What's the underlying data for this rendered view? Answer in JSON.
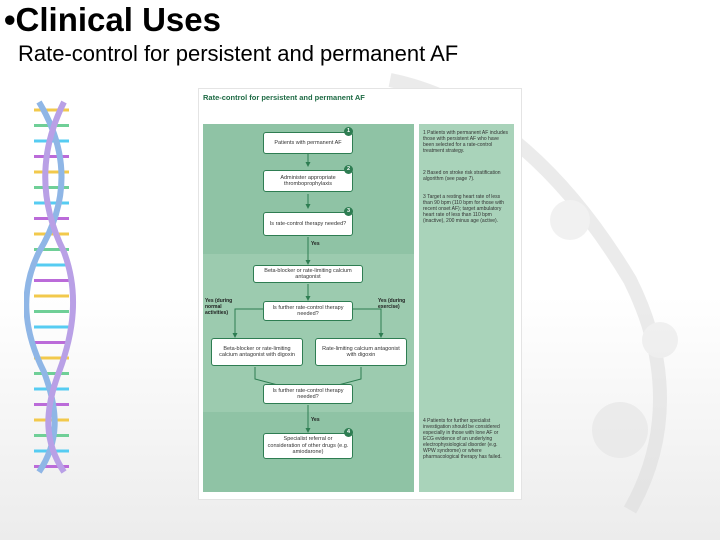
{
  "slide": {
    "title": "•Clinical Uses",
    "subtitle": "Rate-control for persistent and permanent AF"
  },
  "figure": {
    "title": "Rate-control for persistent and permanent AF",
    "nodes": {
      "patients": "Patients with permanent AF",
      "thromboprophylaxis": "Administer appropriate thromboprophylaxis",
      "rate_control_needed": "Is rate-control therapy needed?",
      "beta_blocker": "Beta-blocker or rate-limiting calcium antagonist",
      "further_1": "Is further rate-control therapy needed?",
      "beta_digoxin": "Beta-blocker or rate-limiting calcium antagonist with digoxin",
      "calcium_digoxin": "Rate-limiting calcium antagonist with digoxin",
      "further_2": "Is further rate-control therapy needed?",
      "specialist": "Specialist referral or consideration of other drugs (e.g. amiodarone)"
    },
    "step_numbers": [
      "1",
      "2",
      "3",
      "4"
    ],
    "edge_labels": {
      "yes_1": "Yes",
      "yes_normal": "Yes (during normal activities)",
      "yes_exercise": "Yes (during exercise)",
      "yes_2": "Yes"
    },
    "notes": [
      "1 Patients with permanent AF includes those with persistent AF who have been selected for a rate-control treatment strategy.",
      "2 Based on stroke risk stratification algorithm (see page 7).",
      "3 Target a resting heart rate of less than 90 bpm (110 bpm for those with recent onset AF); target ambulatory heart rate of less than 110 bpm (inactive), 200 minus age (active).",
      "4 Patients for further specialist investigation should be considered especially in those with lone AF or ECG evidence of an underlying electrophysiological disorder (e.g. WPW syndrome) or where pharmacological therapy has failed."
    ]
  }
}
